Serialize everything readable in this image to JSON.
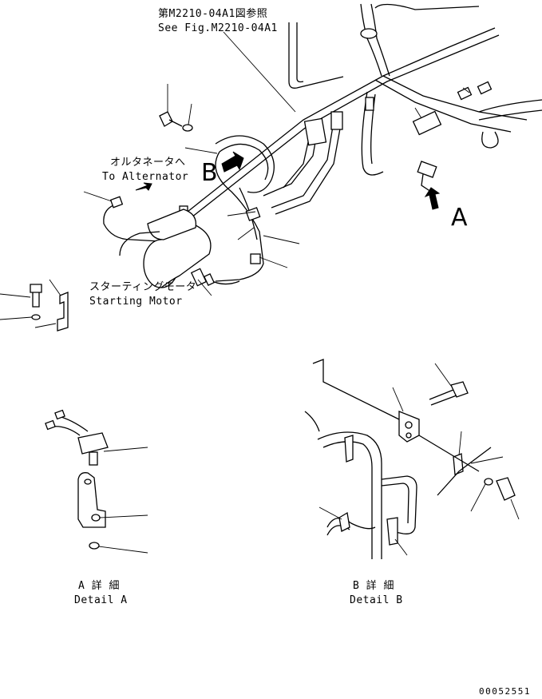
{
  "labels": {
    "ref_fig_jp": "第M2210-04A1図参照",
    "ref_fig_en": "See Fig.M2210-04A1",
    "alternator_jp": "オルタネータへ",
    "alternator_en": "To Alternator",
    "starting_motor_jp": "スターティングモータ",
    "starting_motor_en": "Starting Motor",
    "view_a": "A",
    "view_b": "B",
    "detail_a_jp": "A 詳 細",
    "detail_a_en": "Detail A",
    "detail_b_jp": "B 詳 細",
    "detail_b_en": "Detail B",
    "drawing_number": "00052551"
  }
}
